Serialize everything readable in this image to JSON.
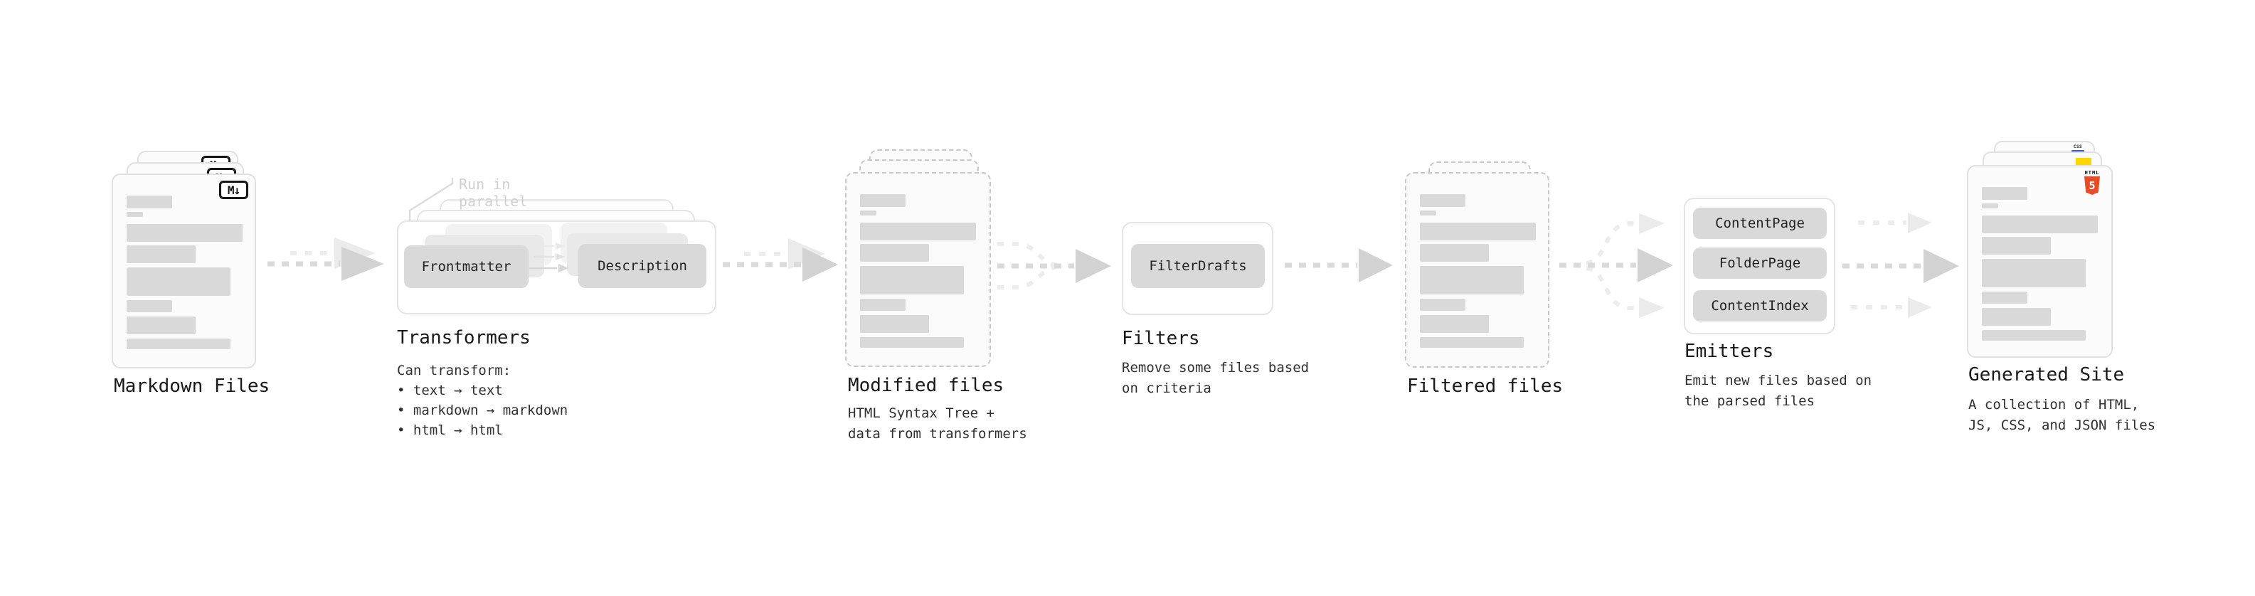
{
  "colors": {
    "dash": "#dadada",
    "head": "#d2d2d2",
    "dash-light": "#ececec",
    "head-light": "#ebebeb",
    "card-border": "#e0e0e0",
    "card-border-dashed": "#c8c8c8",
    "card-fill": "#fbfbfb",
    "card-fill-dashed": "#fafafa",
    "bar": "#d9d9d9",
    "pill": "#d9d9d9",
    "pill-ghost1": "#e9e9e9",
    "pill-ghost2": "#f2f2f2",
    "frame": "#e4e4e4",
    "title": "#191919",
    "body": "#303030",
    "note": "#d0d0d0",
    "badge-border": "#151515",
    "js-yellow": "#FFD600",
    "html5-orange": "#E44D26",
    "css-blue": "#2B5CE7"
  },
  "sections": {
    "markdown": {
      "title": "Markdown Files",
      "badge": "M↓"
    },
    "transformers": {
      "note": "Run in parallel",
      "pill_left": "Frontmatter",
      "pill_right": "Description",
      "title": "Transformers",
      "intro": "Can transform:",
      "bullets": [
        "• text → text",
        "• markdown → markdown",
        "• html → html"
      ]
    },
    "modified": {
      "title": "Modified files",
      "desc": [
        "HTML Syntax Tree +",
        "data from transformers"
      ]
    },
    "filters": {
      "title": "Filters",
      "pill": "FilterDrafts",
      "desc": [
        "Remove some files based",
        "on criteria"
      ]
    },
    "filtered": {
      "title": "Filtered files"
    },
    "emitters": {
      "title": "Emitters",
      "pills": [
        "ContentPage",
        "FolderPage",
        "ContentIndex"
      ],
      "desc": [
        "Emit new files based on",
        "the parsed files"
      ]
    },
    "generated": {
      "title": "Generated Site",
      "badges": {
        "css_label": "CSS",
        "html_word": "HTML",
        "html5_numeral": "5"
      },
      "desc": [
        "A collection of HTML,",
        "JS, CSS, and JSON files"
      ]
    }
  }
}
